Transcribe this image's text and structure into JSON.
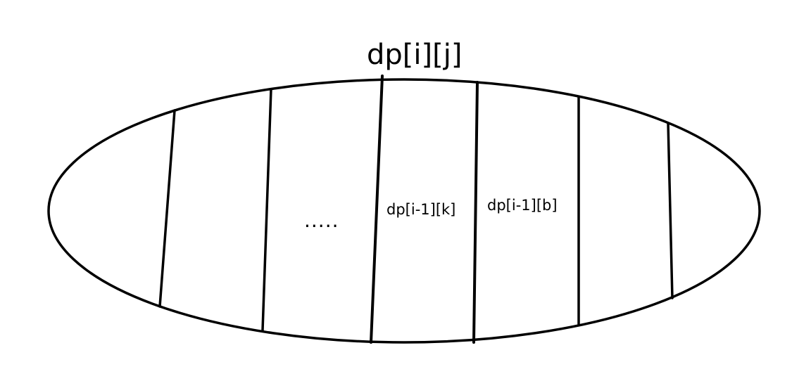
{
  "diagram": {
    "top_label": "dp[i][j]",
    "ellipsis": ".....",
    "cell_k_label": "dp[i-1][k]",
    "cell_b_label": "dp[i-1][b]",
    "stroke_color": "#000000",
    "background_color": "#ffffff"
  }
}
